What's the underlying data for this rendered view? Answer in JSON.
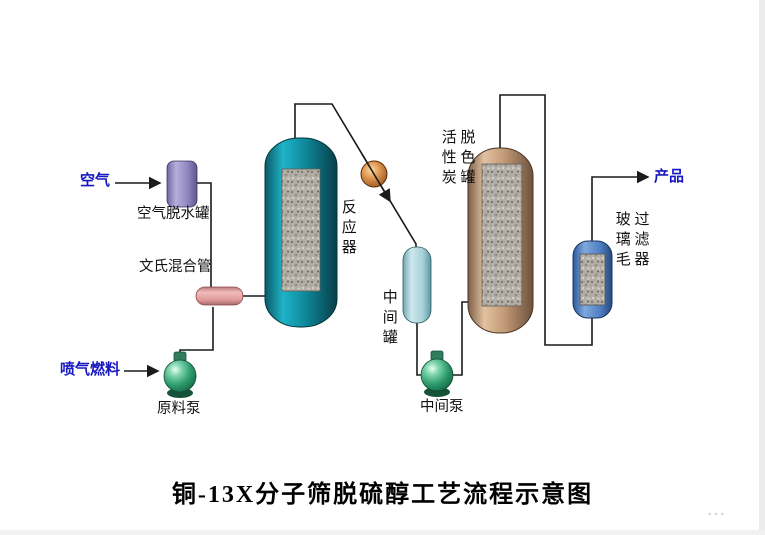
{
  "title": "铜-13X分子筛脱硫醇工艺流程示意图",
  "streams": {
    "air": "空气",
    "jet_fuel": "喷气燃料",
    "product": "产品"
  },
  "equipment": {
    "air_dehydration_tank": "空气脱水罐",
    "venturi_mixer": "文氏混合管",
    "feed_pump": "原料泵",
    "reactor": "反应器",
    "intermediate_tank": "中间罐",
    "intermediate_pump": "中间泵",
    "activated_carbon_tank": "活性炭\n脱色罐",
    "glass_wool_filter": "玻璃毛\n过滤器"
  },
  "watermark": "…",
  "colors": {
    "stream_text": "#1818c0",
    "pipe_line": "#1a1a1a",
    "reactor_body": "#12a8bc",
    "carbon_tank_body": "#d9b896",
    "pump_body": "#2f9e6e",
    "valve_body": "#d98f4a",
    "background": "#ffffff"
  }
}
